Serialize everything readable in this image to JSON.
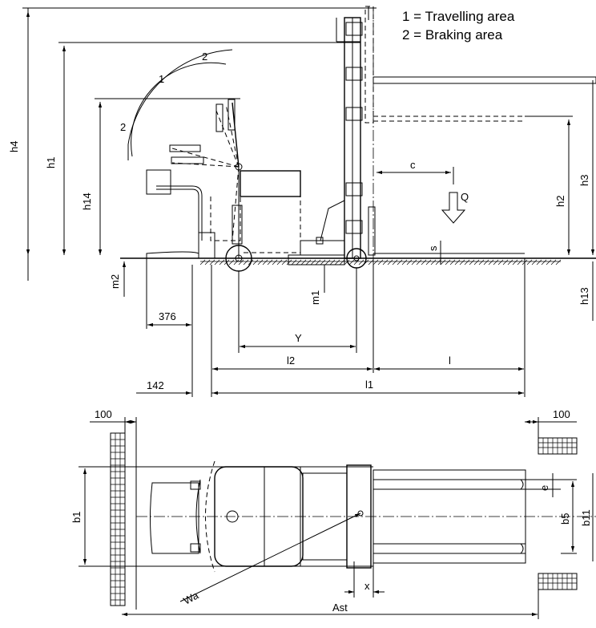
{
  "legend": {
    "item1": "1 = Travelling area",
    "item2": "2 = Braking area"
  },
  "arc_labels": {
    "travelling": "1",
    "braking_upper": "2",
    "braking_lower": "2"
  },
  "dimensions": {
    "h4": "h4",
    "h1": "h1",
    "h14": "h14",
    "h3": "h3",
    "h2": "h2",
    "h13": "h13",
    "m2": "m2",
    "m1": "m1",
    "s": "s",
    "c": "c",
    "q": "Q",
    "d376": "376",
    "y": "Y",
    "l2": "l2",
    "l": "l",
    "d142": "142",
    "l1": "l1",
    "d100_left": "100",
    "d100_right": "100",
    "b1": "b1",
    "b5": "b5",
    "b11": "b11",
    "e": "e",
    "wa": "Wa",
    "x": "x",
    "ast": "Ast"
  }
}
